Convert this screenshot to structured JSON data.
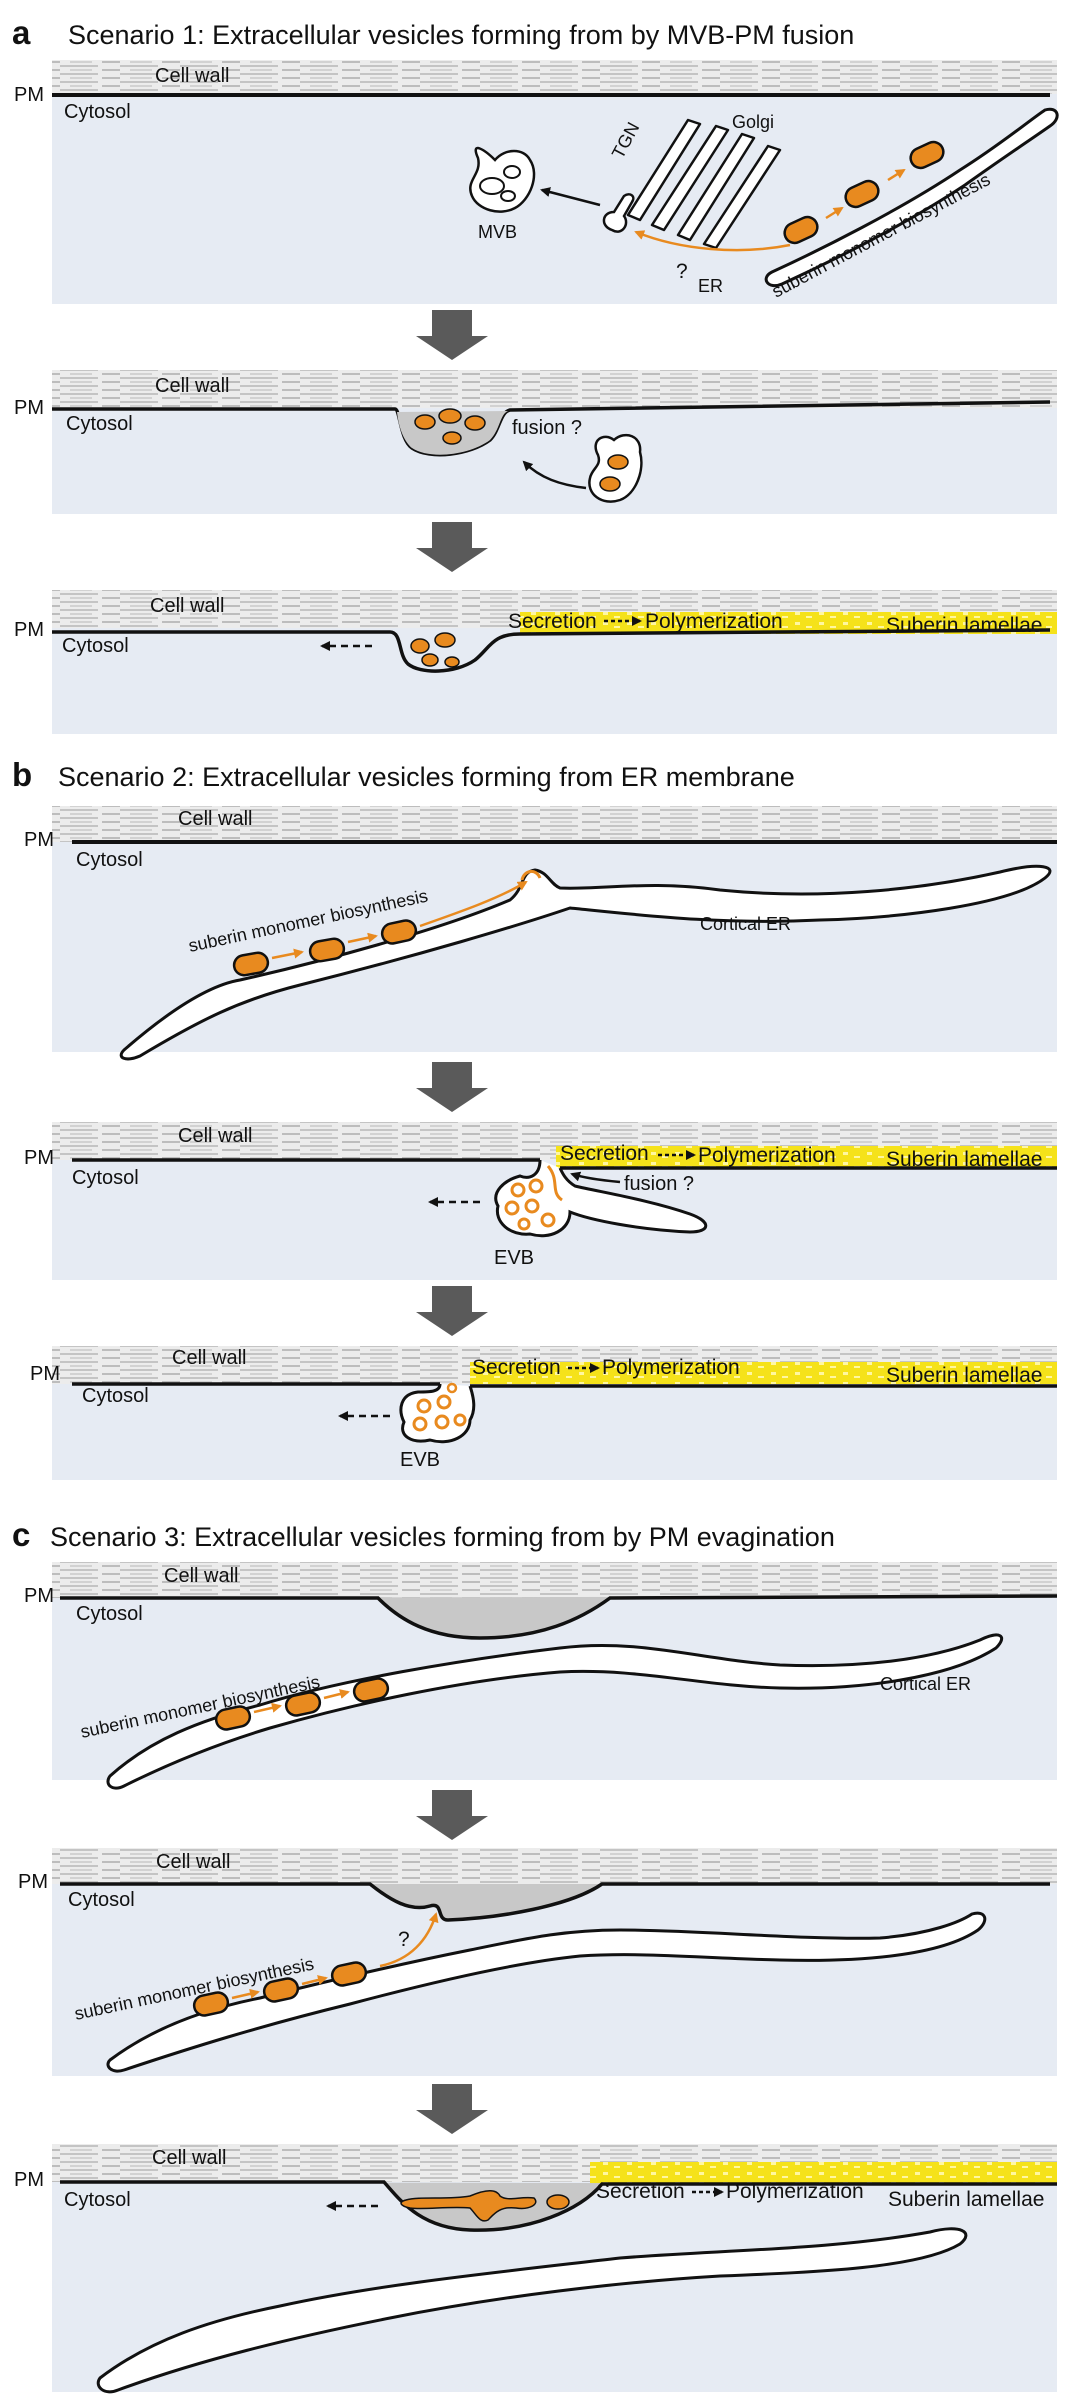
{
  "colors": {
    "cytosol": "#e6ebf3",
    "cell_wall": "#c9c9c9",
    "suberin_monomer": "#e88a1f",
    "suberin_lamellae": "#f5e21a",
    "arrow_down": "#5a5a5a",
    "invagination": "#c8c8c8"
  },
  "panels": [
    {
      "letter": "a",
      "title": "Scenario 1: Extracellular vesicles forming from by MVB-PM fusion",
      "steps": [
        {
          "cell_wall": "Cell wall",
          "pm": "PM",
          "cytosol": "Cytosol",
          "mvb": "MVB",
          "tgn": "TGN",
          "golgi": "Golgi",
          "question": "?",
          "er": "ER",
          "biosynthesis": "suberin monomer biosynthesis"
        },
        {
          "cell_wall": "Cell wall",
          "pm": "PM",
          "cytosol": "Cytosol",
          "fusion": "fusion ?"
        },
        {
          "cell_wall": "Cell wall",
          "pm": "PM",
          "cytosol": "Cytosol",
          "secretion": "Secretion",
          "polymerization": "Polymerization",
          "lamellae": "Suberin lamellae"
        }
      ]
    },
    {
      "letter": "b",
      "title": "Scenario 2: Extracellular vesicles forming from ER membrane",
      "steps": [
        {
          "cell_wall": "Cell wall",
          "pm": "PM",
          "cytosol": "Cytosol",
          "biosynthesis": "suberin monomer biosynthesis",
          "cortical_er": "Cortical ER"
        },
        {
          "cell_wall": "Cell wall",
          "pm": "PM",
          "cytosol": "Cytosol",
          "secretion": "Secretion",
          "polymerization": "Polymerization",
          "lamellae": "Suberin lamellae",
          "fusion": "fusion ?",
          "evb": "EVB"
        },
        {
          "cell_wall": "Cell wall",
          "pm": "PM",
          "cytosol": "Cytosol",
          "secretion": "Secretion",
          "polymerization": "Polymerization",
          "lamellae": "Suberin lamellae",
          "evb": "EVB"
        }
      ]
    },
    {
      "letter": "c",
      "title": "Scenario 3: Extracellular vesicles forming from by PM evagination",
      "steps": [
        {
          "cell_wall": "Cell wall",
          "pm": "PM",
          "cytosol": "Cytosol",
          "biosynthesis": "suberin monomer biosynthesis",
          "cortical_er": "Cortical ER"
        },
        {
          "cell_wall": "Cell wall",
          "pm": "PM",
          "cytosol": "Cytosol",
          "biosynthesis": "suberin monomer biosynthesis",
          "question": "?"
        },
        {
          "cell_wall": "Cell wall",
          "pm": "PM",
          "cytosol": "Cytosol",
          "secretion": "Secretion",
          "polymerization": "Polymerization",
          "lamellae": "Suberin lamellae"
        }
      ]
    }
  ]
}
